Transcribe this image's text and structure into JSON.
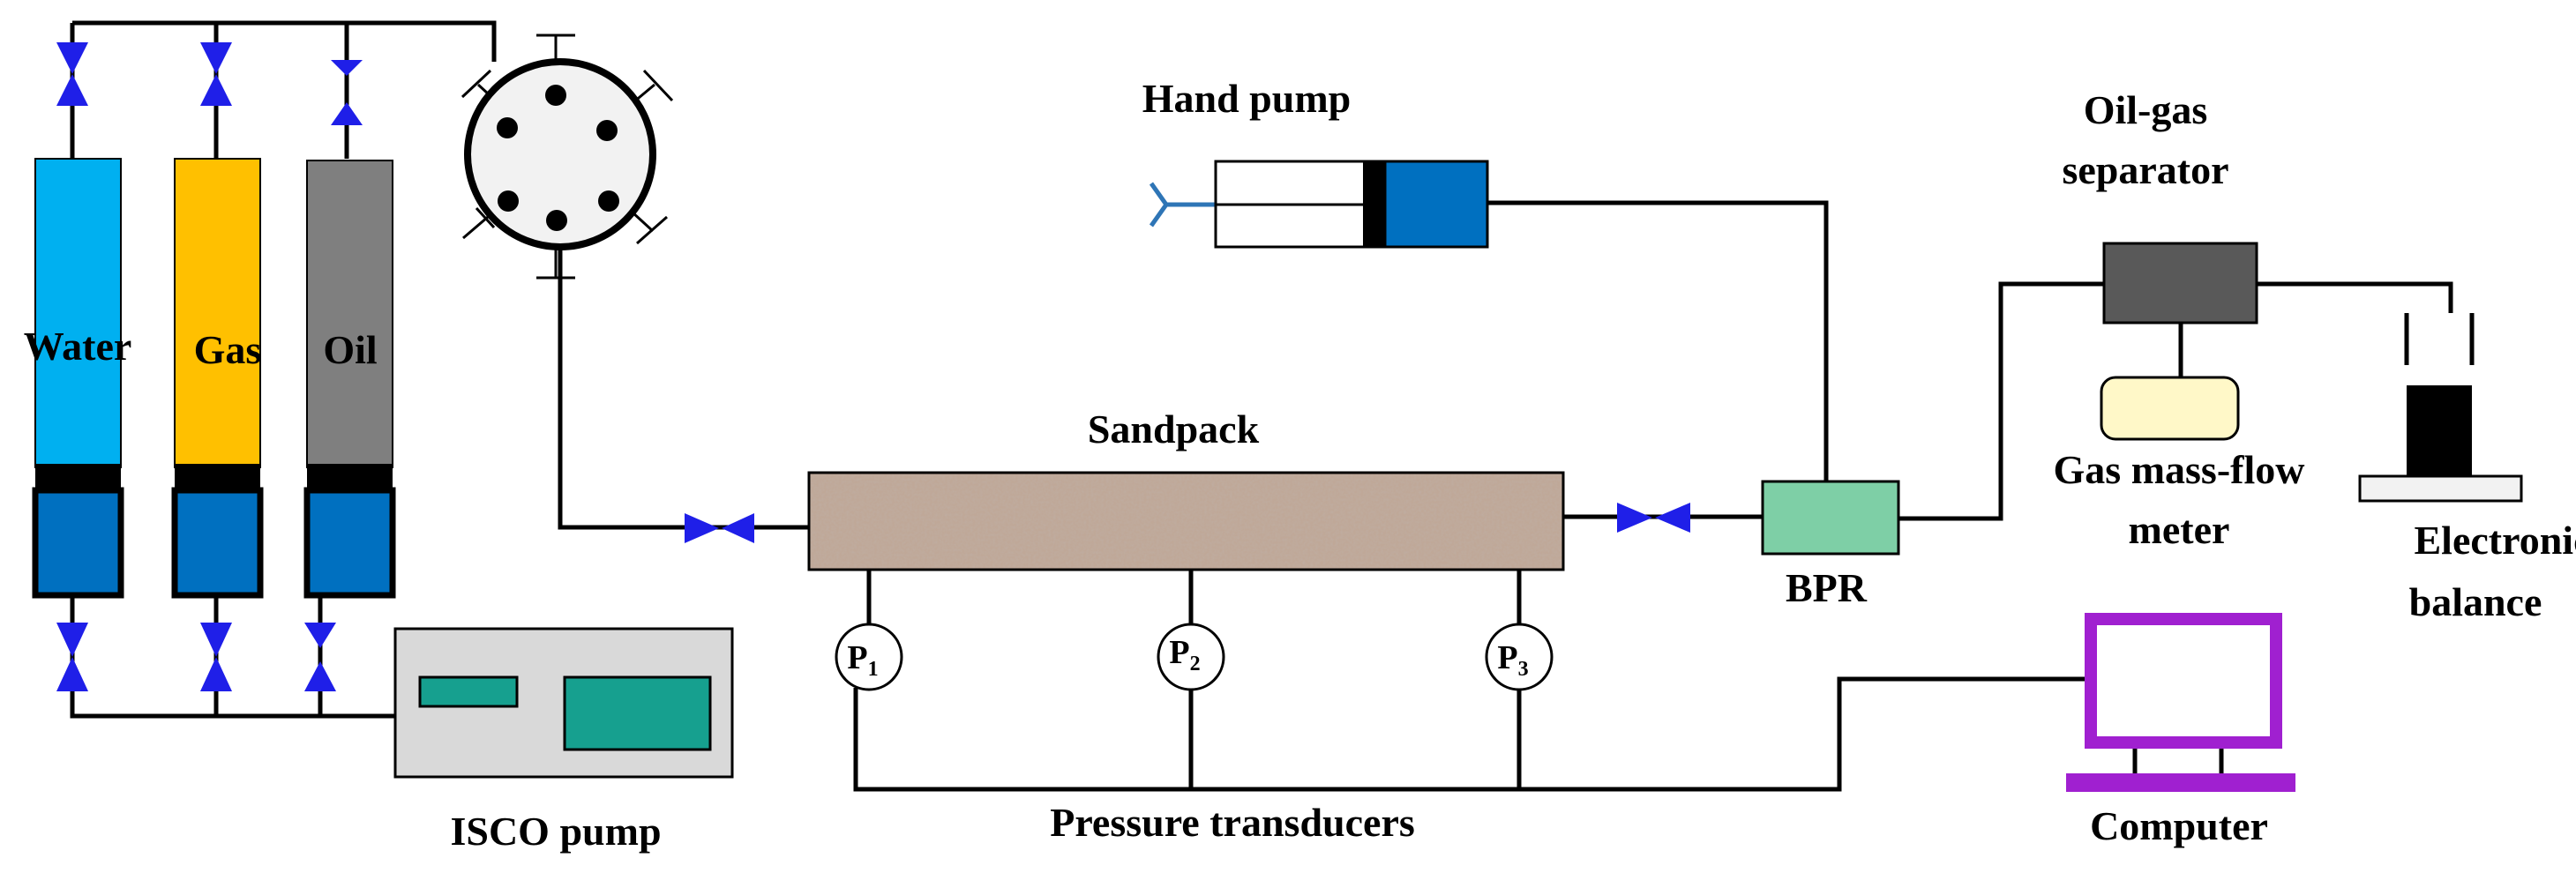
{
  "labels": {
    "water": "Water",
    "gas": "Gas",
    "oil": "Oil",
    "hand_pump": "Hand pump",
    "oil_gas_separator_line1": "Oil-gas",
    "oil_gas_separator_line2": "separator",
    "sandpack": "Sandpack",
    "bpr": "BPR",
    "gas_meter_line1": "Gas mass-flow",
    "gas_meter_line2": "meter",
    "balance_line1": "Electronic",
    "balance_line2": "balance",
    "isco_pump": "ISCO pump",
    "pressure_transducers": "Pressure transducers",
    "computer": "Computer",
    "p1": "P",
    "p1_sub": "1",
    "p2": "P",
    "p2_sub": "2",
    "p3": "P",
    "p3_sub": "3"
  },
  "colors": {
    "water": "#00B0F0",
    "gas": "#FFC000",
    "oil": "#7F7F7F",
    "piston": "#0070C0",
    "valve": "#1F1FE8",
    "bpr": "#7ECFA6",
    "separator": "#595959",
    "meter": "#FFF8C8",
    "isco_body": "#D9D9D9",
    "isco_display": "#16A08F",
    "computer": "#A020D0",
    "sandpack": "#BFA898"
  }
}
